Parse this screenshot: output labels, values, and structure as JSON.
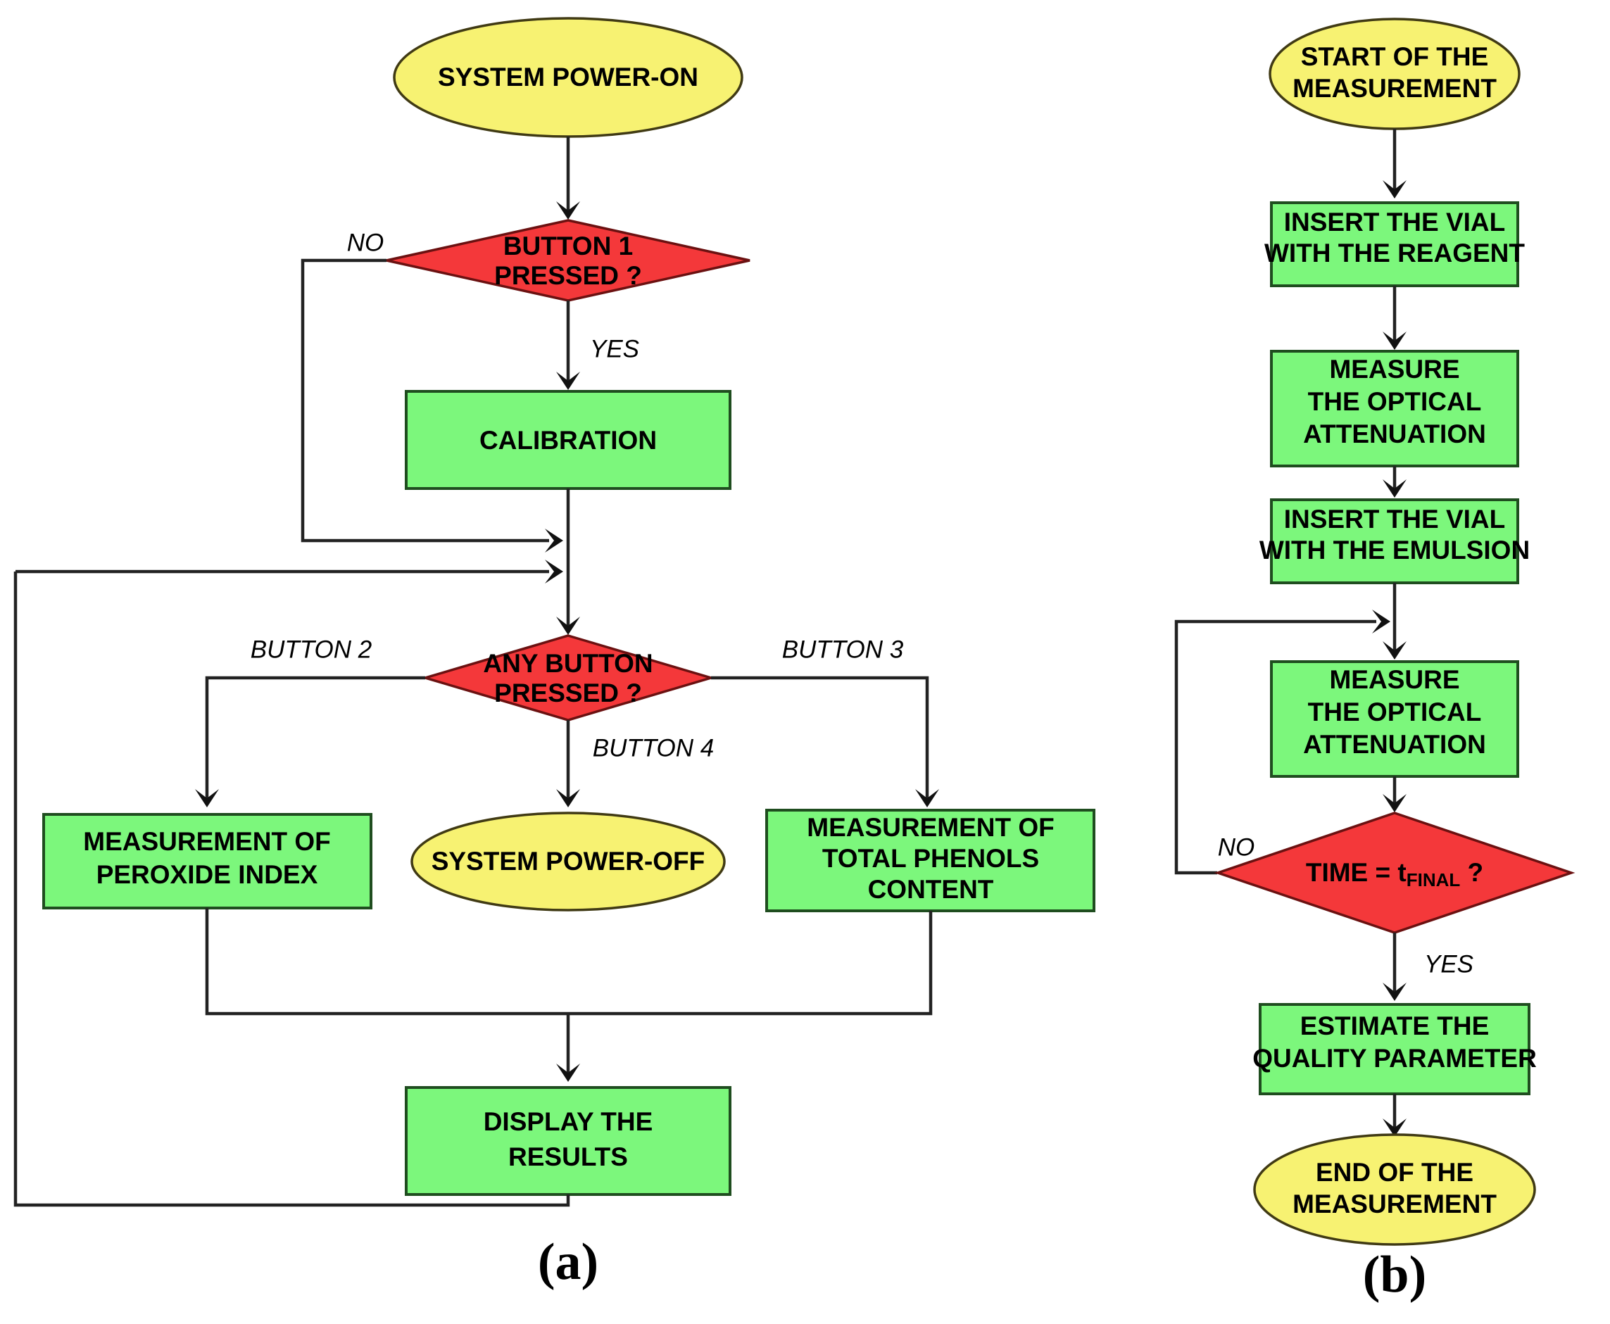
{
  "figure": {
    "panels": [
      {
        "id": "a",
        "label": "(a)",
        "nodes": {
          "power_on": "SYSTEM POWER-ON",
          "button1": [
            "BUTTON 1",
            "PRESSED ?"
          ],
          "calibration": "CALIBRATION",
          "any_button": [
            "ANY BUTTON",
            "PRESSED ?"
          ],
          "peroxide": [
            "MEASUREMENT OF",
            "PEROXIDE INDEX"
          ],
          "power_off": "SYSTEM POWER-OFF",
          "phenols": [
            "MEASUREMENT OF",
            "TOTAL PHENOLS",
            "CONTENT"
          ],
          "display": [
            "DISPLAY THE",
            "RESULTS"
          ]
        },
        "edge_labels": {
          "no": "NO",
          "yes": "YES",
          "button2": "BUTTON 2",
          "button3": "BUTTON 3",
          "button4": "BUTTON 4"
        }
      },
      {
        "id": "b",
        "label": "(b)",
        "nodes": {
          "start": [
            "START OF THE",
            "MEASUREMENT"
          ],
          "insert_reagent": [
            "INSERT THE VIAL",
            "WITH THE REAGENT"
          ],
          "measure1": [
            "MEASURE",
            "THE OPTICAL",
            "ATTENUATION"
          ],
          "insert_emulsion": [
            "INSERT THE VIAL",
            "WITH THE EMULSION"
          ],
          "measure2": [
            "MEASURE",
            "THE OPTICAL",
            "ATTENUATION"
          ],
          "time_check": {
            "prefix": "TIME = t",
            "subscript": "FINAL",
            "suffix": " ?"
          },
          "estimate": [
            "ESTIMATE THE",
            "QUALITY PARAMETER"
          ],
          "end": [
            "END OF THE",
            "MEASUREMENT"
          ]
        },
        "edge_labels": {
          "no": "NO",
          "yes": "YES"
        }
      }
    ],
    "colors": {
      "terminator_fill": "#f7f272",
      "process_fill": "#7cf77c",
      "decision_fill": "#f4383a",
      "connector": "#222222",
      "text": "#000000"
    }
  }
}
